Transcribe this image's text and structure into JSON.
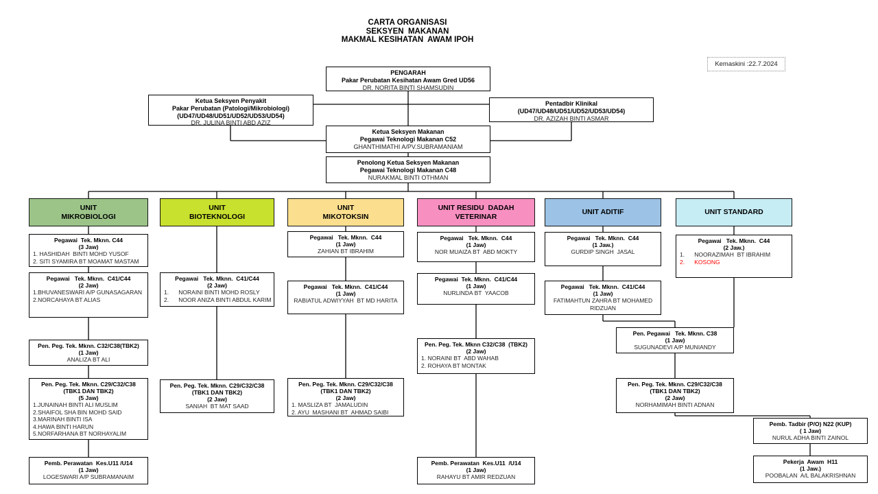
{
  "page": {
    "title_lines": [
      "CARTA ORGANISASI",
      "SEKSYEN  MAKANAN",
      "MAKMAL KESIHATAN  AWAM IPOH"
    ],
    "kemaskini": "Kemaskini :22.7.2024"
  },
  "top": {
    "pengarah": {
      "head": [
        "PENGARAH",
        "Pakar Perubatan Kesihatan Awam Gred UD56"
      ],
      "people": [
        "DR. NORITA BINTI SHAMSUDIN"
      ]
    },
    "ketua_penyakit": {
      "head": [
        "Ketua Seksyen Penyakit",
        "Pakar Perubatan (Patologi/Mikrobiologi)",
        "(UD47/UD48/UD51/UD52/UD53/UD54)"
      ],
      "people": [
        "DR. JULINA BINTI ABD AZIZ"
      ]
    },
    "pentadbir": {
      "head": [
        "Pentadbir Klinikal",
        "(UD47/UD48/UD51/UD52/UD53/UD54)"
      ],
      "people": [
        "DR. AZIZAH BINTI ASMAR"
      ]
    },
    "ketua_makanan": {
      "head": [
        "Ketua Seksyen Makanan",
        "Pegawai Teknologi Makanan C52"
      ],
      "people": [
        "GHANTHIMATHI A/PV.SUBRAMANIAM"
      ]
    },
    "penolong": {
      "head": [
        "Penolong Ketua Seksyen Makanan",
        "Pegawai Teknologi Makanan C48"
      ],
      "people": [
        "NURAKMAL BINTI OTHMAN"
      ]
    }
  },
  "units": [
    {
      "lines": [
        "UNIT",
        "MIKROBIOLOGI"
      ],
      "color": "#9cc489"
    },
    {
      "lines": [
        "UNIT",
        "BIOTEKNOLOGI"
      ],
      "color": "#c8e02e"
    },
    {
      "lines": [
        "UNIT",
        "MIKOTOKSIN"
      ],
      "color": "#fbdf8e"
    },
    {
      "lines": [
        "UNIT RESIDU  DADAH",
        "VETERINAR"
      ],
      "color": "#f78fc1"
    },
    {
      "lines": [
        "UNIT ADITIF"
      ],
      "color": "#9cc2e5"
    },
    {
      "lines": [
        "UNIT STANDARD"
      ],
      "color": "#c6ecf4"
    }
  ],
  "columns": {
    "mikrobiologi": {
      "boxes": [
        {
          "head": [
            "Pegawai  Tek. Mknn. C44",
            "(3 Jaw)"
          ],
          "people": [
            "1. HASHIDAH  BINTI MOHD YUSOF",
            "2. SITI SYAMIRA BT MOAMAT MASTAM"
          ]
        },
        {
          "head": [
            "Pegawai   Tek. Mknn.  C41/C44",
            "(2 Jaw)"
          ],
          "people": [
            "1.BHUVANESWARI A/P GUNASAGARAN",
            "2.NORCAHAYA BT ALIAS"
          ]
        },
        {
          "head": [
            "Pen. Peg. Tek. Mknn. C32/C38(TBK2)",
            "(1 Jaw)"
          ],
          "people": [
            "ANALIZA BT ALI"
          ]
        },
        {
          "head": [
            "Pen. Peg. Tek. Mknn. C29/C32/C38",
            "(TBK1 DAN TBK2)",
            "(5 Jaw)"
          ],
          "people": [
            "1.JUNAINAH BINTI ALI MUSLIM",
            "2.SHAIFOL SHA BIN MOHD SAID",
            "3.MARINAH BINTI ISA",
            "4.HAWA BINTI HARUN",
            "5.NORFARHANA BT NORHAYALIM"
          ]
        },
        {
          "head": [
            "Pemb. Perawatan  Kes.U11 /U14",
            "(1 Jaw)"
          ],
          "people": [
            "LOGESWARI A/P SUBRAMANAIM"
          ]
        }
      ]
    },
    "bioteknologi": {
      "boxes": [
        {
          "head": [
            "Pegawai   Tek. Mknn.  C41/C44",
            "(2 Jaw)"
          ],
          "people": [
            "1.      NORAINI BINTI MOHD ROSLY",
            "2.      NOOR ANIZA BINTI ABDUL KARIM"
          ]
        },
        {
          "head": [
            "Pen. Peg. Tek. Mknn. C29/C32/C38",
            "(TBK1 DAN TBK2)",
            "(2 Jaw)"
          ],
          "people": [
            "SANIAH  BT MAT SAAD"
          ]
        }
      ]
    },
    "mikotoksin": {
      "boxes": [
        {
          "head": [
            "Pegawai   Tek. Mknn.  C44",
            "(1 Jaw)"
          ],
          "people": [
            "ZAHIAN BT IBRAHIM"
          ]
        },
        {
          "head": [
            "Pegawai   Tek. Mknn.  C41/C44",
            "(1 Jaw)"
          ],
          "people": [
            "RABIATUL ADWIYYAH  BT MD HARITA"
          ]
        },
        {
          "head": [
            "Pen. Peg. Tek. Mknn. C29/C32/C38",
            "(TBK1 DAN TBK2)",
            "(2 Jaw)"
          ],
          "people": [
            "1. MASLIZA BT  JAMALUDIN",
            "2. AYU  MASHANI BT  AHMAD SAIBI"
          ]
        }
      ]
    },
    "residu": {
      "boxes": [
        {
          "head": [
            "Pegawai   Tek. Mknn.  C44",
            "(1 Jaw)"
          ],
          "people": [
            "NOR MUAIZA BT  ABD MOKTY"
          ]
        },
        {
          "head": [
            "Pegawai  Tek. Mknn.  C41/C44",
            "(1 Jaw)"
          ],
          "people": [
            "NURLINDA BT  YAACOB"
          ]
        },
        {
          "head": [
            "Pen. Peg. Tek. Mknn C32/C38  (TBK2)",
            "(2 Jaw)"
          ],
          "people": [
            "1. NORAINI BT  ABD WAHAB",
            "2. ROHAYA BT MONTAK"
          ]
        },
        {
          "head": [
            "Pemb. Perawatan  Kes.U11  /U14",
            "(1 Jaw)"
          ],
          "people": [
            "RAHAYU BT AMIR REDZUAN"
          ]
        }
      ]
    },
    "aditif": {
      "boxes": [
        {
          "head": [
            "Pegawai   Tek. Mknn.  C44",
            "(1 Jaw.)"
          ],
          "people": [
            "GURDIP SINGH  JASAL"
          ]
        },
        {
          "head": [
            "Pegawai   Tek. Mknn.  C41/C44",
            "(1 Jaw)"
          ],
          "people": [
            "FATIMAHTUN ZAHRA BT MOHAMED RIDZUAN"
          ]
        }
      ]
    },
    "aditif_standard_shared": {
      "boxes": [
        {
          "head": [
            "Pen. Pegawai   Tek. Mknn. C38",
            "(1 Jaw)"
          ],
          "people": [
            "SUGUNADEVI A/P MUNIANDY"
          ]
        },
        {
          "head": [
            "Pen. Peg. Tek. Mknn. C29/C32/C38",
            "(TBK1 DAN TBK2)",
            "(2 Jaw)"
          ],
          "people": [
            "NORHAMIMAH BINTI ADNAN"
          ]
        }
      ]
    },
    "standard": {
      "boxes": [
        {
          "head": [
            "Pegawai   Tek. Mknn.  C44",
            "(2 Jaw.)"
          ],
          "people": [
            "1.      NOORAZIMAH  BT IBRAHIM",
            "2.      KOSONG"
          ]
        }
      ]
    },
    "bottom_right": {
      "boxes": [
        {
          "head": [
            "Pemb. Tadbir (P/O) N22 (KUP)",
            "( 1 Jaw)"
          ],
          "people": [
            "NURUL ADHA BINTI ZAINOL"
          ]
        },
        {
          "head": [
            "Pekerja  Awam  H11",
            "(1 Jaw.)"
          ],
          "people": [
            "POOBALAN  A/L BALAKRISHNAN"
          ]
        }
      ]
    }
  },
  "colors": {
    "vacant_red": "#ff0000",
    "line_black": "#000000"
  }
}
